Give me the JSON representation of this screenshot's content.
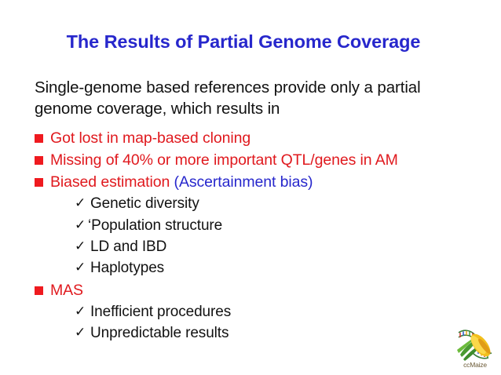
{
  "slide": {
    "title": "The Results of Partial Genome Coverage",
    "intro": "Single-genome based references provide only a partial genome coverage, which results in",
    "bullets": [
      {
        "level": 1,
        "text": "Got lost in map-based cloning",
        "highlight": ""
      },
      {
        "level": 1,
        "text": "Missing of 40% or more important QTL/genes in AM",
        "highlight": ""
      },
      {
        "level": 1,
        "text": "Biased estimation ",
        "highlight": "(Ascertainment bias)"
      },
      {
        "level": 2,
        "text": "Genetic diversity"
      },
      {
        "level": 2,
        "text": "‘Population structure"
      },
      {
        "level": 2,
        "text": "LD and IBD"
      },
      {
        "level": 2,
        "text": "Haplotypes"
      },
      {
        "level": 1,
        "text": "MAS",
        "highlight": ""
      },
      {
        "level": 2,
        "text": "Inefficient procedures"
      },
      {
        "level": 2,
        "text": "Unpredictable results"
      }
    ],
    "check_glyph": "✓",
    "logo": {
      "caption": "ccMaize",
      "icon": "maize-dna-logo"
    },
    "colors": {
      "title_blue": "#2727cc",
      "bullet_red": "#ef1a1f",
      "text_red": "#e0191e",
      "body_black": "#111111",
      "background": "#ffffff",
      "logo_caption": "#6b5a36"
    }
  }
}
